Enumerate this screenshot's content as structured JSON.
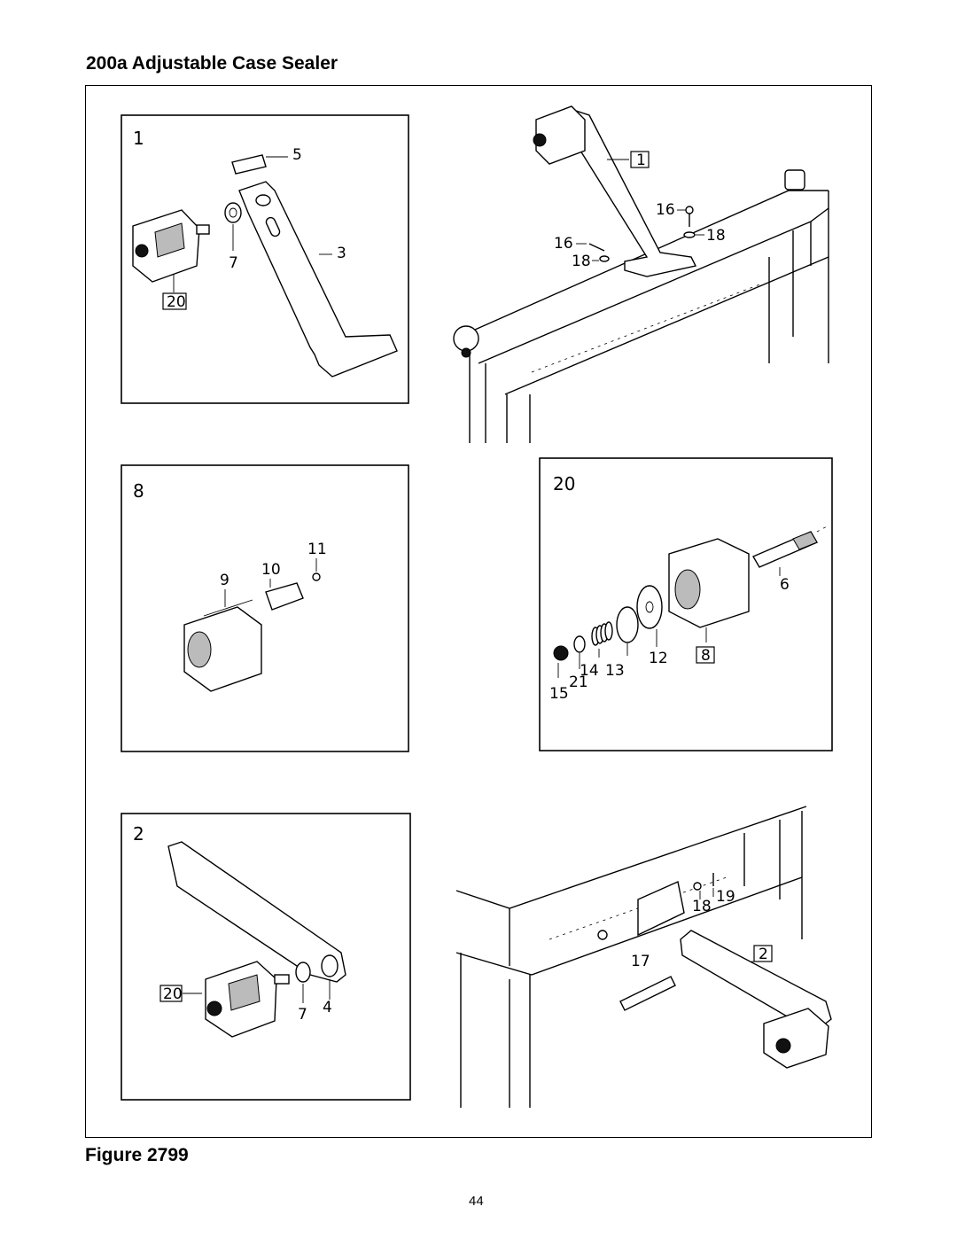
{
  "title": "200a Adjustable Case Sealer",
  "figure_caption": "Figure 2799",
  "page_number": "44",
  "panels": {
    "p1": {
      "number": "1",
      "callouts": [
        "5",
        "3",
        "7",
        "20"
      ]
    },
    "p8": {
      "number": "8",
      "callouts": [
        "11",
        "10",
        "9"
      ]
    },
    "p20": {
      "number": "20",
      "callouts": [
        "6",
        "12",
        "13",
        "14",
        "21",
        "15",
        "8"
      ]
    },
    "p2": {
      "number": "2",
      "callouts": [
        "20",
        "7",
        "4"
      ]
    }
  },
  "frame_top_callouts": [
    "1",
    "16",
    "18",
    "16",
    "18"
  ],
  "frame_bottom_callouts": [
    "19",
    "18",
    "17",
    "2"
  ]
}
